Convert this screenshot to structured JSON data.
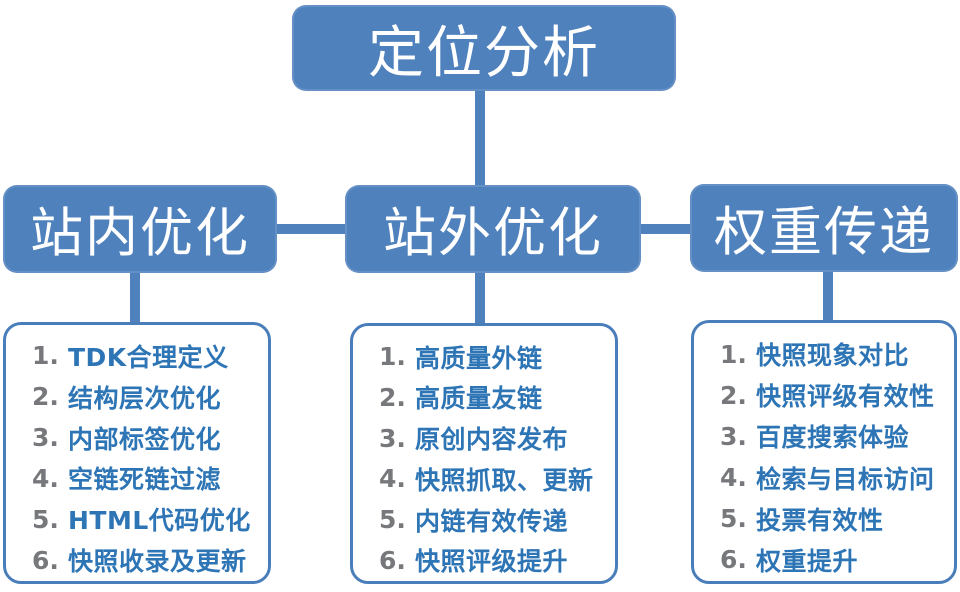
{
  "colors": {
    "accent": "#4f81bd",
    "accent-border": "#4a7ebb",
    "list-text": "#2e75b6",
    "num-gray": "#77787b"
  },
  "root": {
    "label": "定位分析"
  },
  "branches": [
    {
      "label": "站内优化",
      "items": [
        {
          "num": "1.",
          "text": "TDK合理定义"
        },
        {
          "num": "2.",
          "text": "结构层次优化"
        },
        {
          "num": "3.",
          "text": "内部标签优化"
        },
        {
          "num": "4.",
          "text": "空链死链过滤"
        },
        {
          "num": "5.",
          "text": "HTML代码优化"
        },
        {
          "num": "6.",
          "text": "快照收录及更新"
        }
      ]
    },
    {
      "label": "站外优化",
      "items": [
        {
          "num": "1.",
          "text": "高质量外链"
        },
        {
          "num": "2.",
          "text": "高质量友链"
        },
        {
          "num": "3.",
          "text": "原创内容发布"
        },
        {
          "num": "4.",
          "text": "快照抓取、更新"
        },
        {
          "num": "5.",
          "text": "内链有效传递"
        },
        {
          "num": "6.",
          "text": "快照评级提升"
        }
      ]
    },
    {
      "label": "权重传递",
      "items": [
        {
          "num": "1.",
          "text": "快照现象对比"
        },
        {
          "num": "2.",
          "text": "快照评级有效性"
        },
        {
          "num": "3.",
          "text": "百度搜索体验"
        },
        {
          "num": "4.",
          "text": "检索与目标访问"
        },
        {
          "num": "5.",
          "text": "投票有效性"
        },
        {
          "num": "6.",
          "text": "权重提升"
        }
      ]
    }
  ]
}
